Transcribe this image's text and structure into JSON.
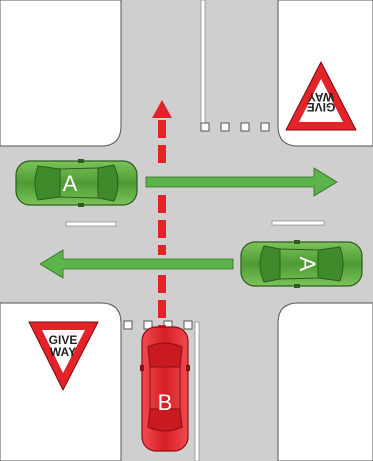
{
  "colors": {
    "road": "#cfcfcf",
    "outline": "#555555",
    "lane_marking": "#ffffff",
    "car_a": "#5aa83a",
    "car_b": "#e2232a",
    "arrow_green": "#5cb34a",
    "arrow_red": "#e2232a",
    "sign_border": "#e2232a"
  },
  "vehicles": {
    "car_a_west": {
      "label": "A",
      "heading": "east"
    },
    "car_a_east": {
      "label": "A",
      "heading": "west"
    },
    "car_b": {
      "label": "B",
      "heading": "north"
    }
  },
  "signs": {
    "give_way_top": {
      "line1": "GIVE",
      "line2": "WAY",
      "orientation": "inverted"
    },
    "give_way_bottom": {
      "line1": "GIVE",
      "line2": "WAY",
      "orientation": "upright"
    }
  },
  "arrows": {
    "eastbound": {
      "style": "solid",
      "color": "green"
    },
    "westbound": {
      "style": "solid",
      "color": "green"
    },
    "northbound": {
      "style": "dashed",
      "color": "red"
    }
  },
  "icons": {
    "car": "car-icon",
    "sign": "give-way-sign-icon",
    "arrow": "arrow-icon"
  }
}
